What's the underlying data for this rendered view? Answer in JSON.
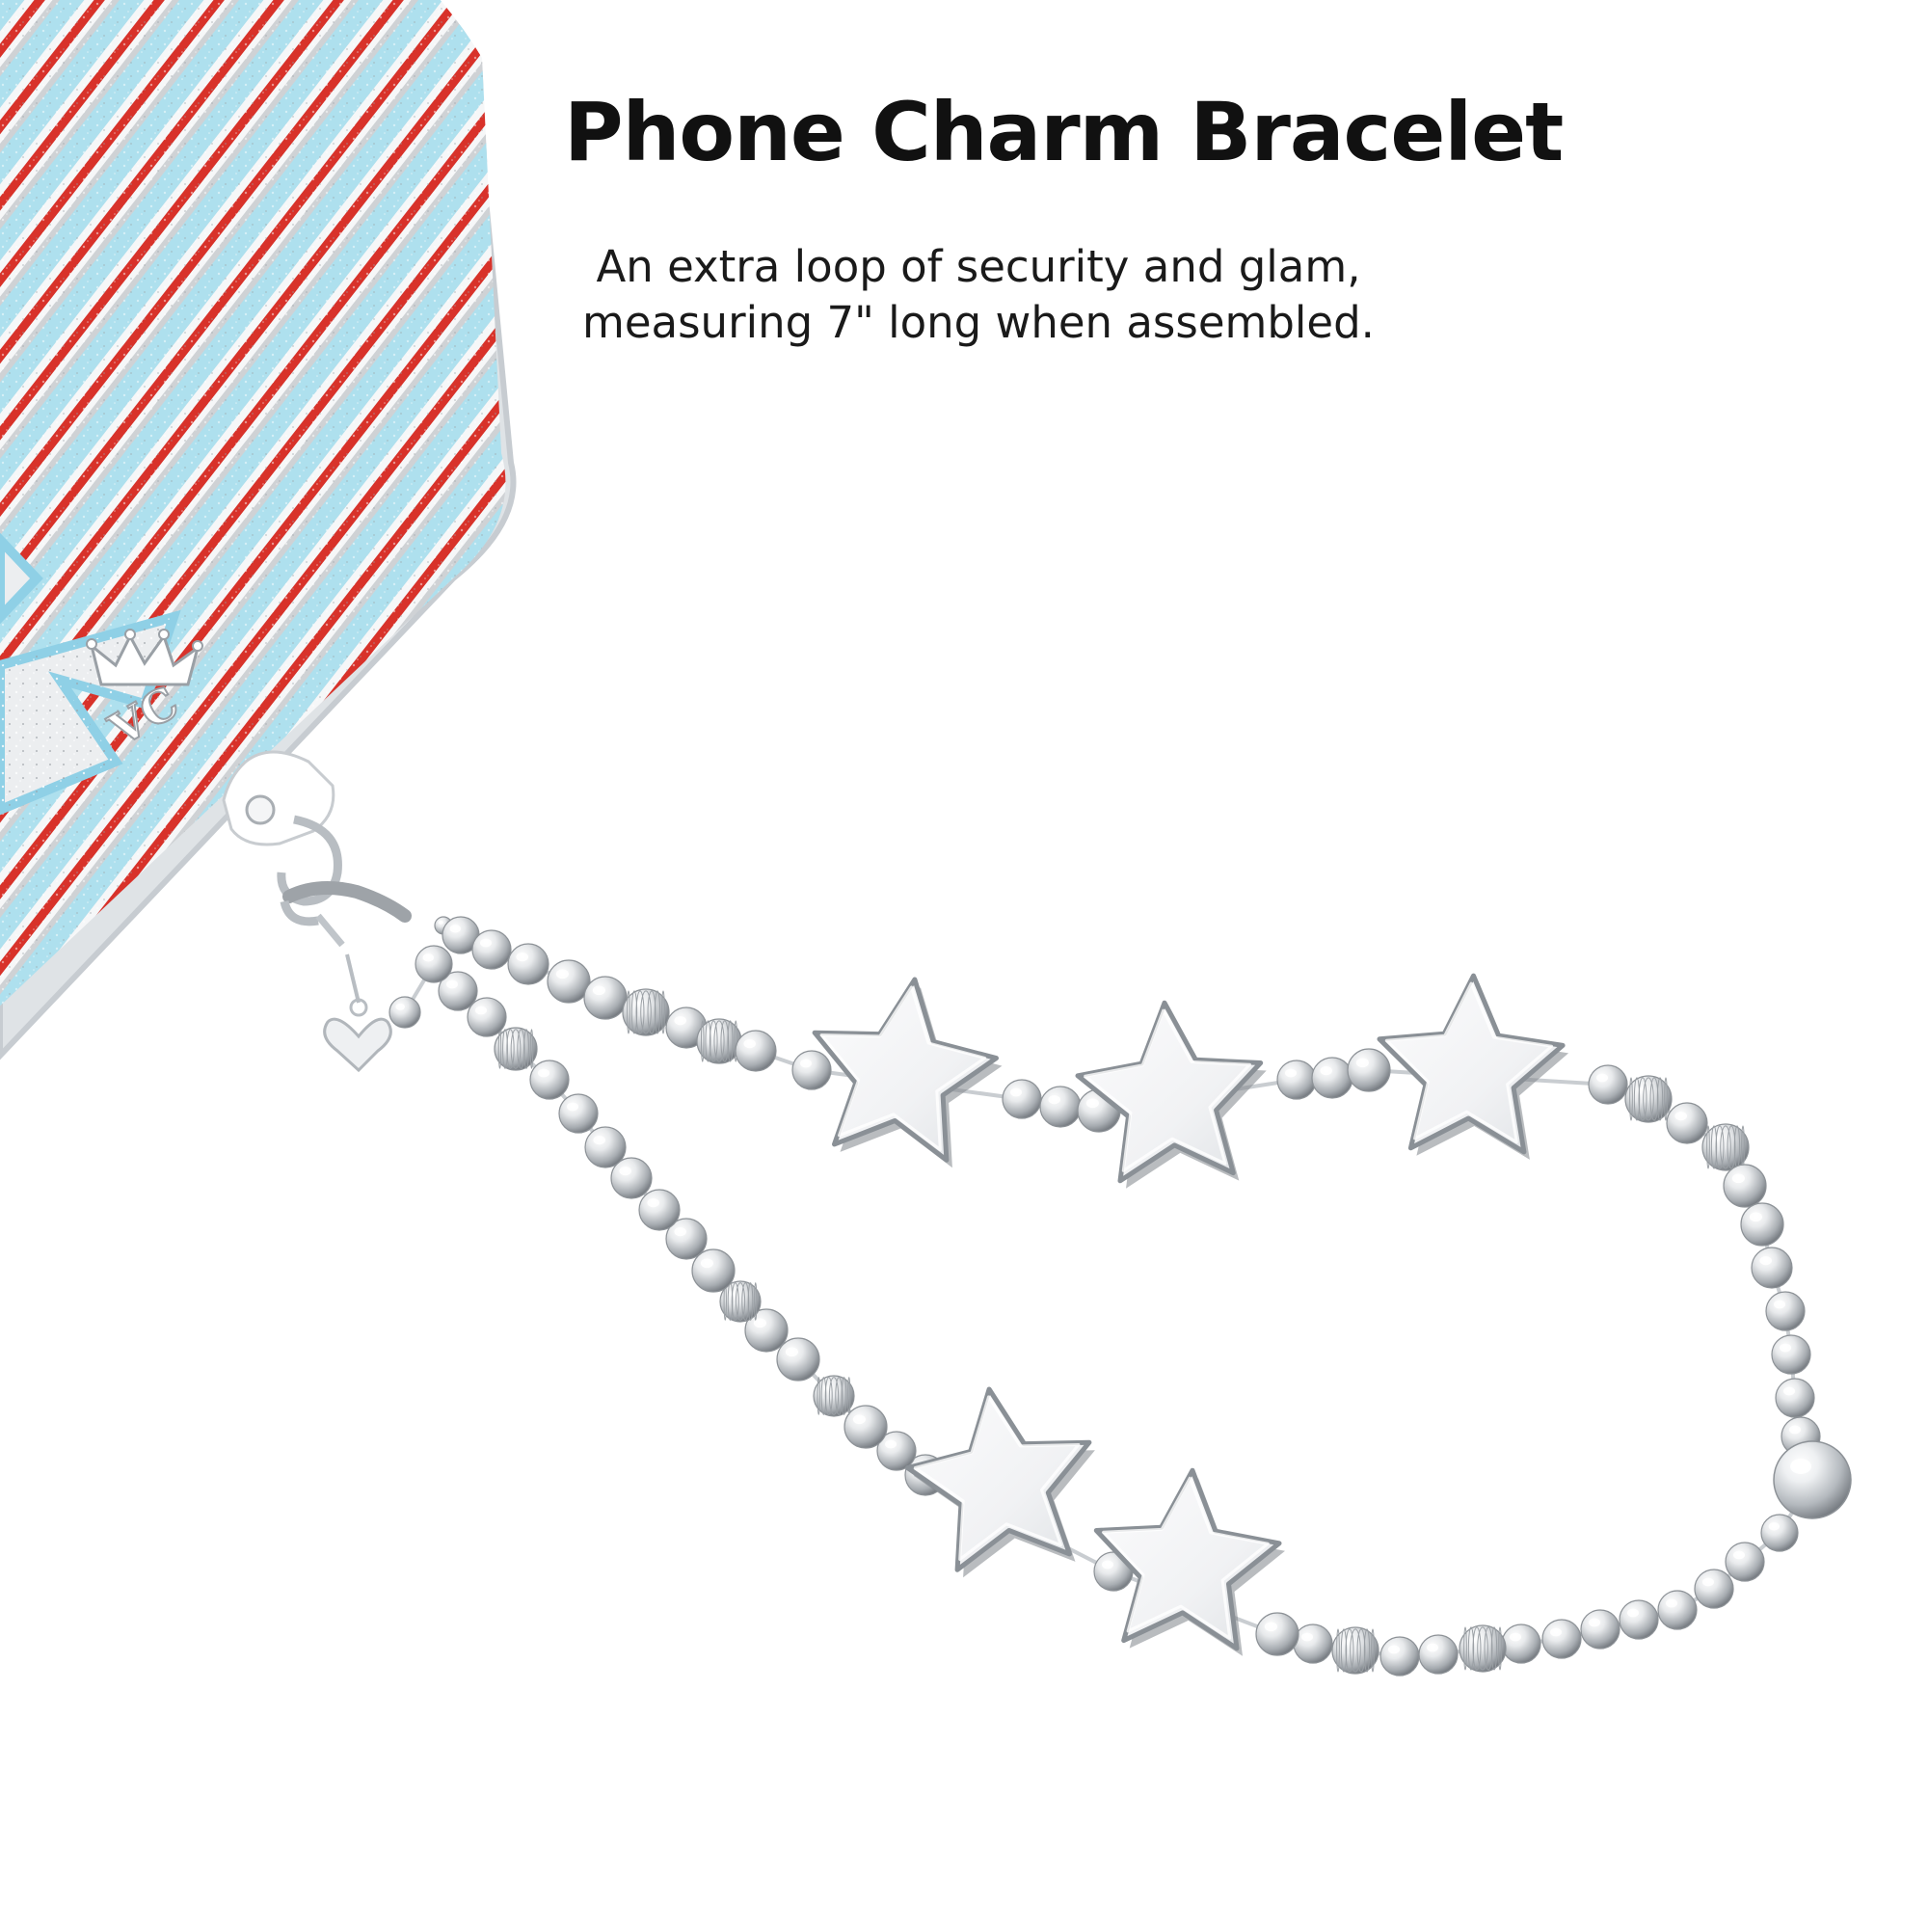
{
  "headline": {
    "title": "Phone Charm Bracelet",
    "subtitle_line1": "An extra loop of security and glam,",
    "subtitle_line2": "measuring 7\" long when assembled."
  },
  "case": {
    "logo_text": "VC",
    "colors": {
      "stripe_blue": "#aee0ee",
      "stripe_red": "#d8322a",
      "stripe_silver": "#cfd2d5",
      "star_fill": "#e9ecef"
    }
  },
  "bracelet": {
    "star_count": 5,
    "charm_icon": "heart-charm-icon",
    "colors": {
      "silver": "#d9dcdf",
      "silver_dark": "#8d9297",
      "highlight": "#ffffff"
    }
  }
}
